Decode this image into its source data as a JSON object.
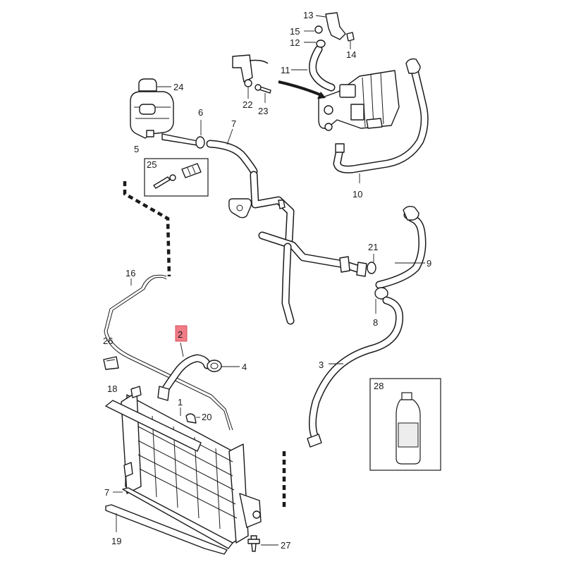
{
  "callouts": {
    "c1": "1",
    "c2": "2",
    "c3": "3",
    "c4": "4",
    "c5": "5",
    "c6": "6",
    "c7": "7",
    "c7b": "7",
    "c8": "8",
    "c9": "9",
    "c10": "10",
    "c11": "11",
    "c12": "12",
    "c13": "13",
    "c14": "14",
    "c15": "15",
    "c16": "16",
    "c18": "18",
    "c19": "19",
    "c20": "20",
    "c21": "21",
    "c22": "22",
    "c23": "23",
    "c24": "24",
    "c25": "25",
    "c26": "26",
    "c27": "27",
    "c28": "28"
  },
  "highlight": {
    "part_number": "2",
    "color": "#f07c86"
  }
}
